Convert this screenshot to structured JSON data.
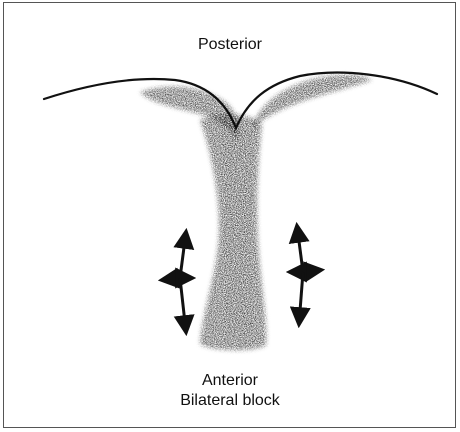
{
  "figure": {
    "top_label": "Posterior",
    "bottom_label_1": "Anterior",
    "bottom_label_2": "Bilateral block"
  },
  "colors": {
    "ink": "#111111",
    "frame": "#555555",
    "background": "#ffffff"
  }
}
